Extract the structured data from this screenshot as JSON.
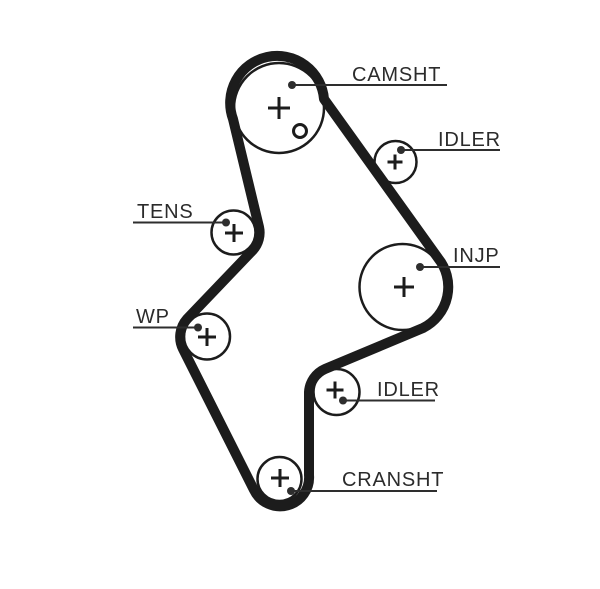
{
  "diagram": {
    "labels": {
      "camsht": "CAMSHT",
      "idler_top": "IDLER",
      "tens": "TENS",
      "wp": "WP",
      "injp": "INJP",
      "idler_bottom": "IDLER",
      "cransht": "CRANSHT"
    },
    "colors": {
      "belt": "#1c1c1c",
      "pulley_outline": "#1c1c1c",
      "leader_line": "#2e2e2e",
      "label_text": "#2b2b2b",
      "background": "#ffffff"
    }
  }
}
